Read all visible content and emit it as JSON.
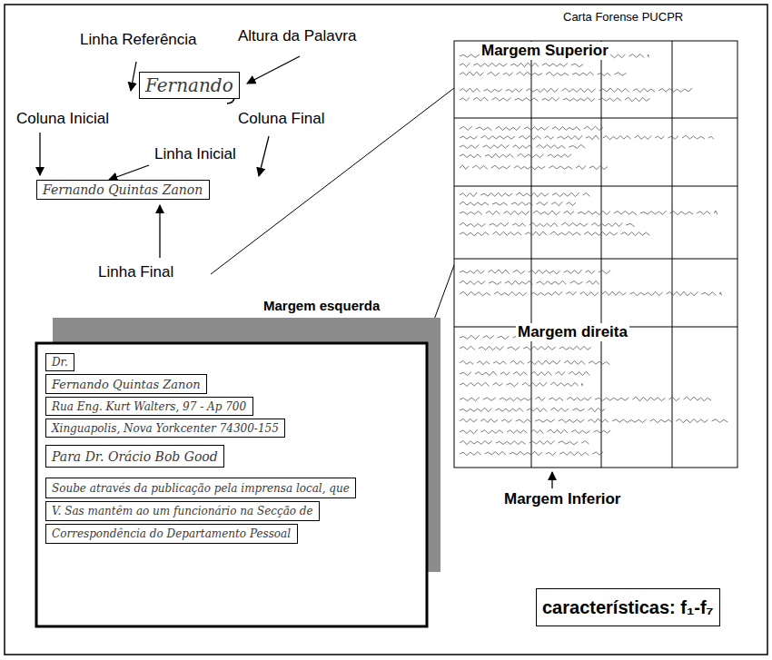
{
  "diagram": {
    "nodes": [
      {
        "text": [
          "Fernando"
        ]
      },
      {
        "text": [
          "Fernando Quintas Zanon"
        ]
      },
      {
        "text": [
          "Dr."
        ]
      },
      {
        "text": [
          "Fernando Quintas Zanon"
        ]
      },
      {
        "text": [
          "Rua Eng. Kurt Walters, 97 - Ap 700"
        ]
      },
      {
        "text": [
          "Xinguapolis, Nova Yorkcenter 74300-155"
        ]
      },
      {
        "text": [
          "Para Dr. Orácio Bob Good"
        ]
      },
      {
        "text": [
          "Soube através da publicação pela imprensa local, que"
        ]
      },
      {
        "text": [
          "V. Sas mantêm ao um funcionário na Secção de"
        ]
      },
      {
        "text": [
          "Correspondência do Departamento Pessoal"
        ]
      },
      {
        "text": [
          "características: f₁-f₇"
        ]
      }
    ],
    "labels": [
      "Carta Forense PUCPR",
      "Linha Referência",
      "Altura da Palavra",
      "Coluna Inicial",
      "Coluna Final",
      "Linha Inicial",
      "Linha Final",
      "Margem esquerda",
      "Margem Superior",
      "Margem direita",
      "Margem Inferior"
    ]
  }
}
